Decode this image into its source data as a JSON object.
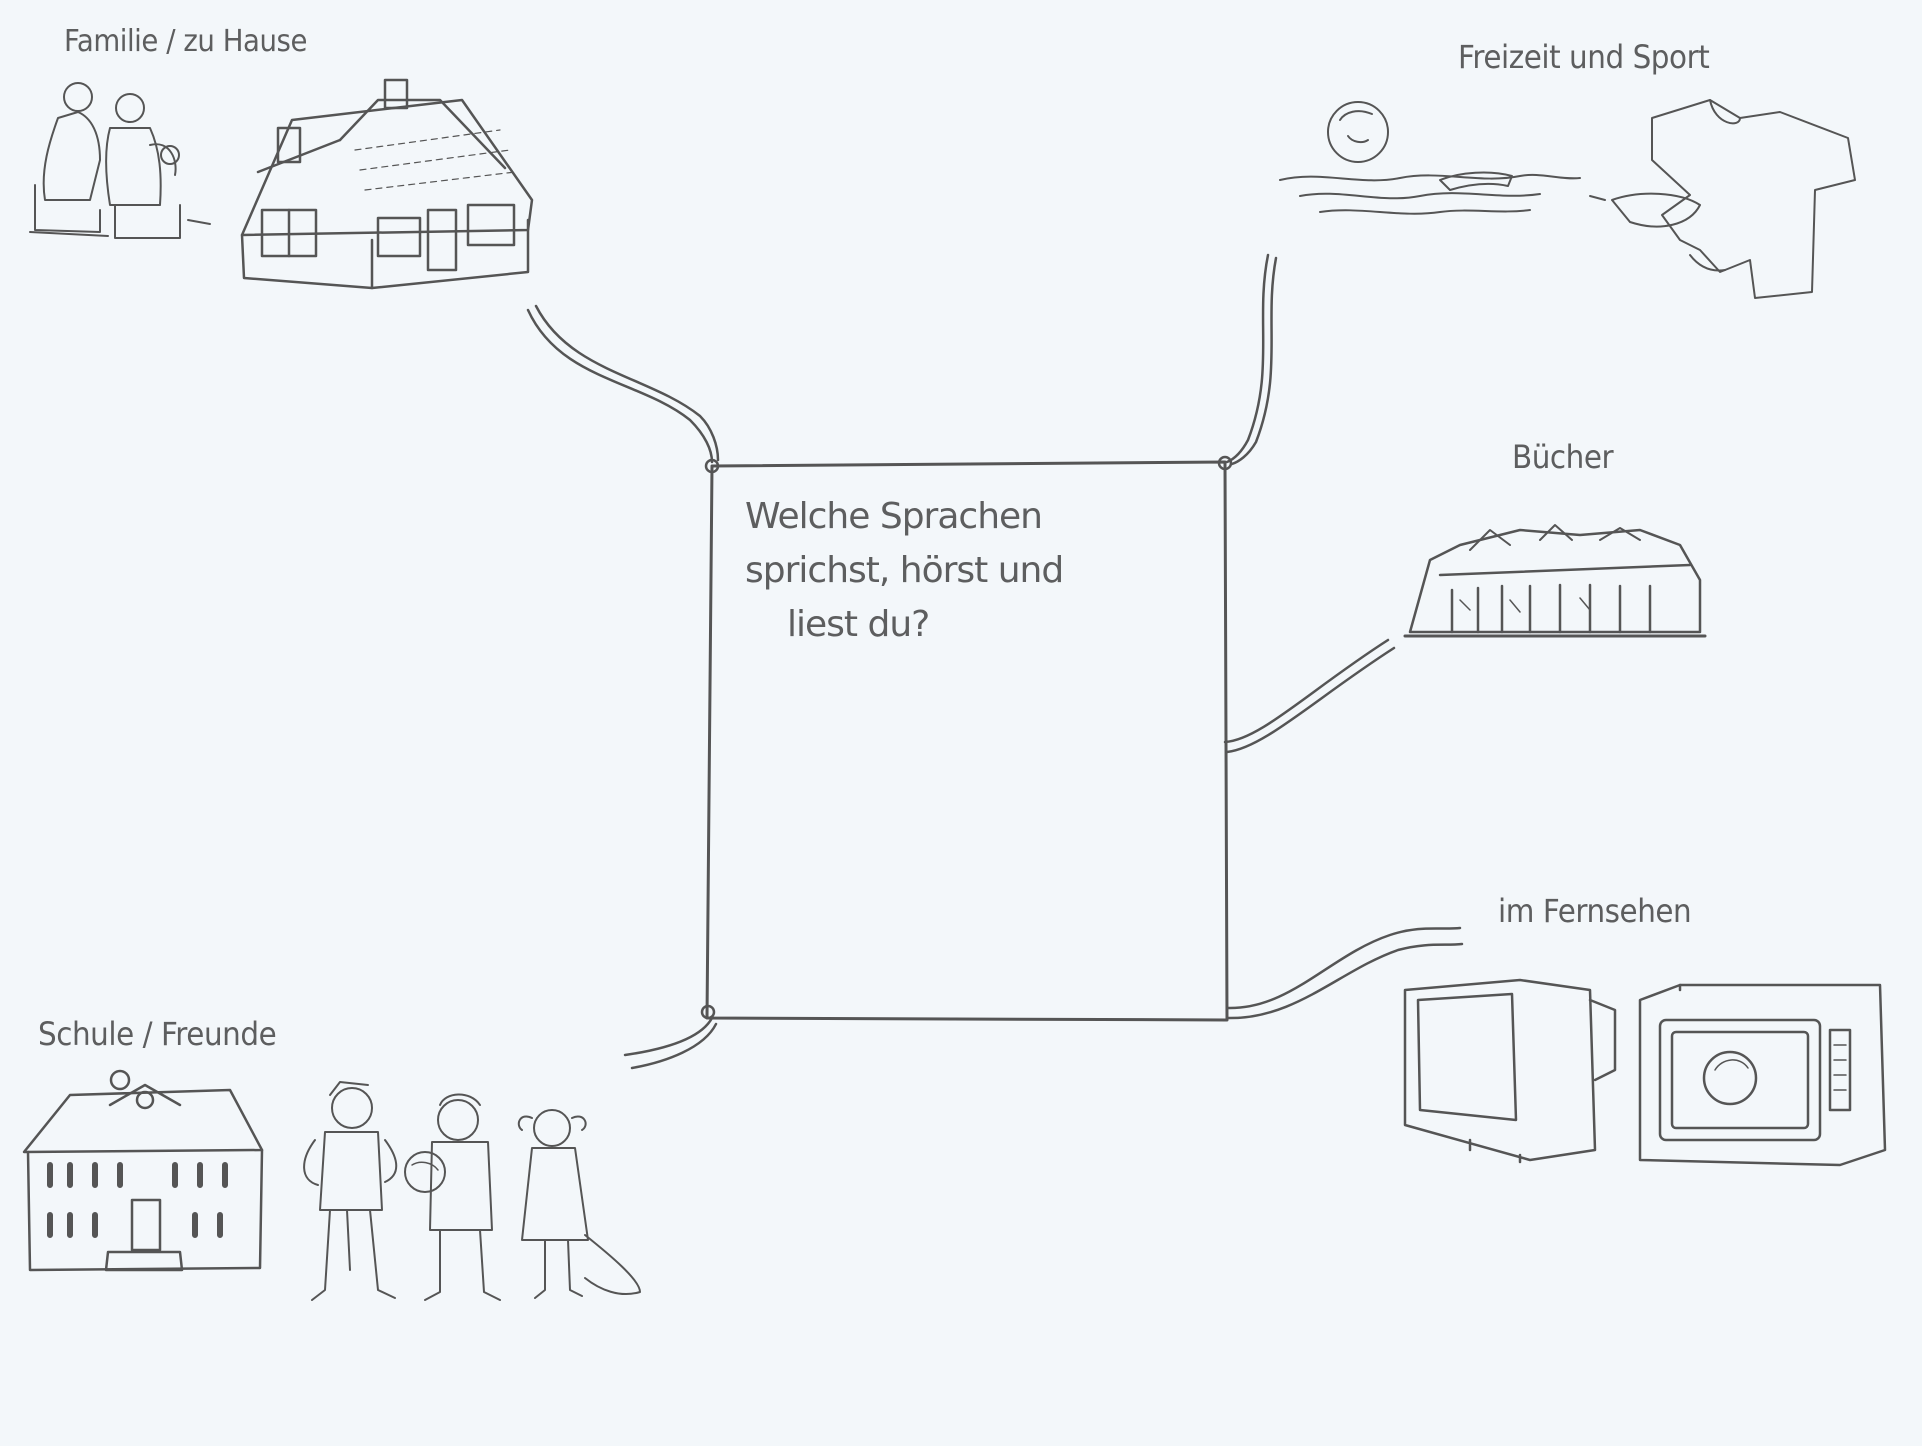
{
  "question": {
    "line1": "Welche Sprachen",
    "line2": "sprichst, hörst und",
    "line3": "liest du?"
  },
  "topics": {
    "family": "Familie / zu Hause",
    "sport": "Freizeit und Sport",
    "books": "Bücher",
    "tv": "im Fernsehen",
    "school": "Schule / Freunde"
  },
  "colors": {
    "background": "#f3f7fa",
    "ink": "#555555"
  },
  "icons": [
    "family-people-icon",
    "house-icon",
    "swimmer-icon",
    "tshirt-icon",
    "books-icon",
    "tv-icon",
    "microwave-icon",
    "school-building-icon",
    "children-icon"
  ]
}
